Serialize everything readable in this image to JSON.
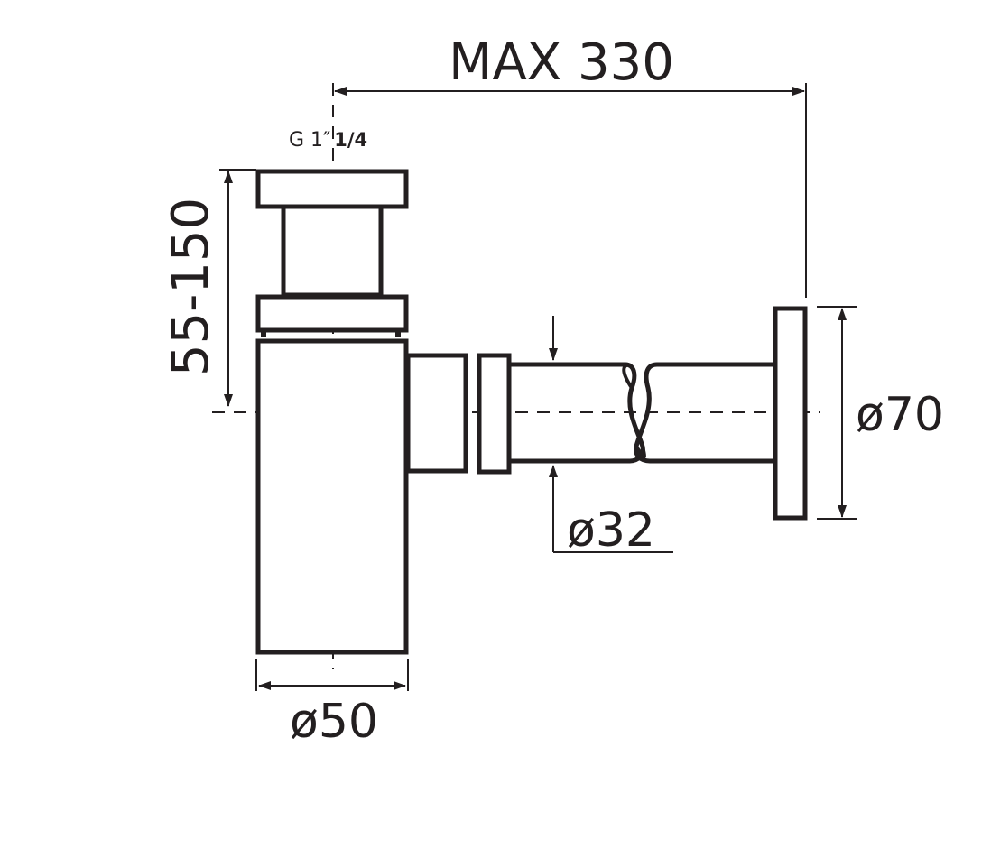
{
  "title": "Bottle trap dimension drawing",
  "labels": {
    "max_length": "MAX 330",
    "thread": "G 1″",
    "thread_fraction": "1/4",
    "height_range": "55-150",
    "flange_diameter": "ø70",
    "pipe_diameter": "ø32",
    "body_diameter": "ø50"
  },
  "colors": {
    "line": "#231f20",
    "background": "#ffffff"
  }
}
